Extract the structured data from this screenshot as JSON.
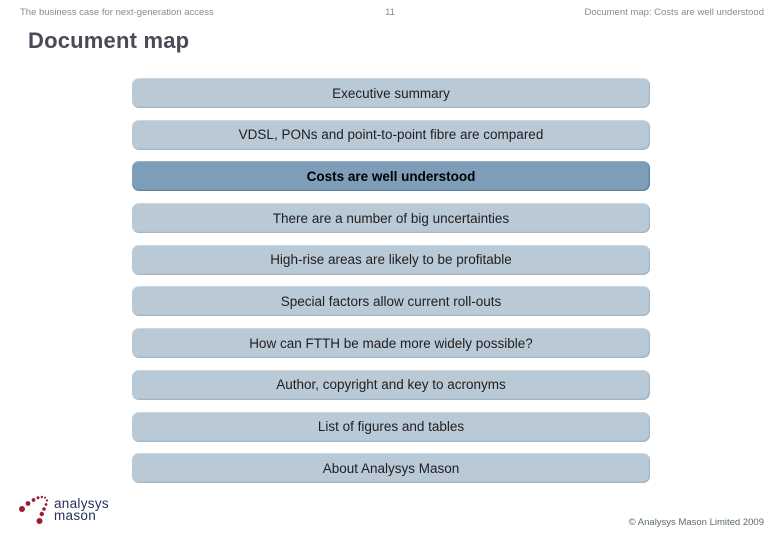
{
  "header": {
    "left": "The business case for next-generation access",
    "page_number": "11",
    "right": "Document map: Costs are well understood"
  },
  "title": "Document map",
  "document_map": {
    "items": [
      {
        "label": "Executive summary",
        "highlighted": false
      },
      {
        "label": "VDSL, PONs and point-to-point fibre are compared",
        "highlighted": false
      },
      {
        "label": "Costs are well understood",
        "highlighted": true
      },
      {
        "label": "There are a number of big uncertainties",
        "highlighted": false
      },
      {
        "label": "High-rise areas are likely to be profitable",
        "highlighted": false
      },
      {
        "label": "Special factors allow current roll-outs",
        "highlighted": false
      },
      {
        "label": "How can FTTH be made more widely possible?",
        "highlighted": false
      },
      {
        "label": "Author, copyright and key to acronyms",
        "highlighted": false
      },
      {
        "label": "List of figures and tables",
        "highlighted": false
      },
      {
        "label": "About Analysys Mason",
        "highlighted": false
      }
    ]
  },
  "footer": {
    "logo_line1": "analysys",
    "logo_line2": "mason",
    "copyright": "© Analysys Mason Limited 2009"
  },
  "colors": {
    "box_fill": "#b9c9d6",
    "box_fill_highlight": "#7d9db8",
    "title_color": "#4a4a59",
    "header_text": "#8a8a8a",
    "logo_dot": "#9e1b32",
    "logo_text": "#27305a",
    "copyright_text": "#5b6a6b"
  }
}
